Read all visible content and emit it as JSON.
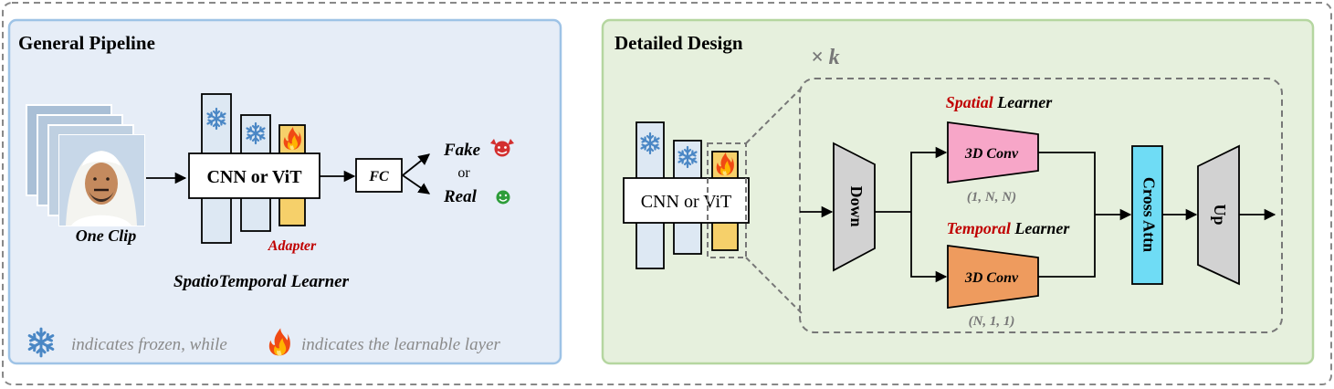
{
  "left_panel": {
    "title": "General Pipeline",
    "clip_label": "One Clip",
    "backbone_label": "CNN or ViT",
    "adapter_label": "Adapter",
    "fc_label": "FC",
    "fake_label": "Fake",
    "or_label": "or",
    "real_label": "Real",
    "learner_caption": "SpatioTemporal Learner",
    "legend_part1": "indicates frozen, while",
    "legend_part2": "indicates the learnable layer"
  },
  "right_panel": {
    "title": "Detailed Design",
    "repeat_label": "× k",
    "backbone_label": "CNN or ViT",
    "down_label": "Down",
    "spatial_word": "Spatial",
    "spatial_rest": " Learner",
    "temporal_word": "Temporal",
    "temporal_rest": " Learner",
    "conv_top_label": "3D Conv",
    "conv_top_kernel": "(1, N, N)",
    "conv_bottom_label": "3D Conv",
    "conv_bottom_kernel": "(N, 1, 1)",
    "cross_attn_label": "Cross Attn",
    "up_label": "Up"
  },
  "colors": {
    "left_bg": "#e6edf7",
    "left_border": "#9ec3e6",
    "right_bg": "#e6f0dd",
    "right_border": "#b5d6a0",
    "adapter": "#f6d06a",
    "adapter_text": "#c00000",
    "conv_spatial": "#f7a6c8",
    "conv_temporal": "#ee9b5e",
    "cross_attn": "#6fdcf5",
    "down_up": "#d2d2d2",
    "snowflake": "#4a87c5",
    "legend_text": "#8a8a8a"
  },
  "icons": [
    "snowflake-icon",
    "fire-icon",
    "devil-face-icon",
    "smile-face-icon"
  ]
}
